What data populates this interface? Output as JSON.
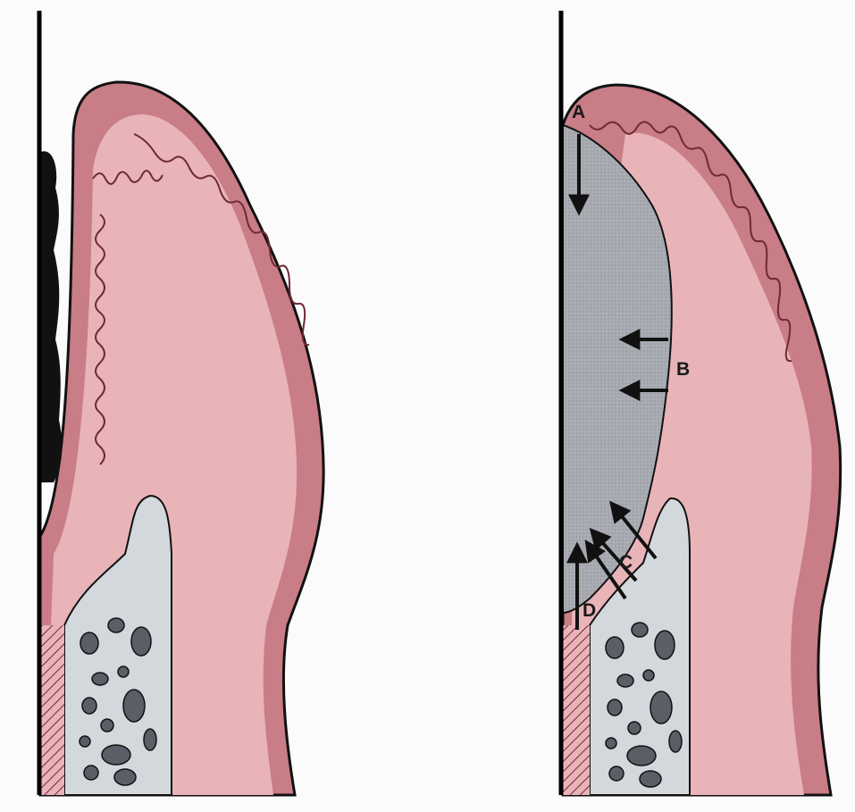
{
  "labels": {
    "a": "A",
    "b": "B",
    "c": "C",
    "d": "D"
  },
  "colors": {
    "background": "#fbfbfb",
    "connective_tissue": "#e8b4b8",
    "epithelium": "#c97d86",
    "epithelium_outline": "#6e2a34",
    "bone": "#d3d8dd",
    "bone_marrow": "#5a5e66",
    "tooth_line": "#000000",
    "plaque": "#111111",
    "pocket_tissue_loss": "#a7abb1",
    "arrow": "#111111"
  },
  "panels": [
    {
      "id": "left-panel",
      "state": "healthy gingiva with plaque on tooth surface"
    },
    {
      "id": "right-panel",
      "state": "periodontal pocket with arrows A-D"
    }
  ]
}
